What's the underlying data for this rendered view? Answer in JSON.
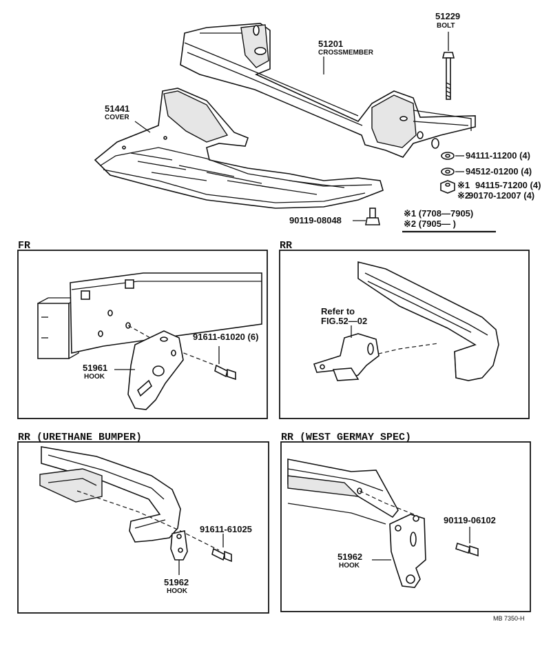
{
  "top": {
    "crossmember": {
      "part_no": "51201",
      "name": "CROSSMEMBER"
    },
    "bolt": {
      "part_no": "51229",
      "name": "BOLT"
    },
    "cover": {
      "part_no": "51441",
      "name": "COVER"
    },
    "washer1": "94111-11200 (4)",
    "washer2": "94512-01200 (4)",
    "nut1": "94115-71200 (4)",
    "nut2": "90170-12007 (4)",
    "nut1_mark": "※1",
    "nut2_mark": "※2",
    "screw": "90119-08048",
    "note1": "※1 (7708—7905)",
    "note2": "※2 (7905—       )"
  },
  "panels": {
    "fr": {
      "title": "FR",
      "bolt": "91611-61020 (6)",
      "hook": {
        "part_no": "51961",
        "name": "HOOK"
      }
    },
    "rr": {
      "title": "RR",
      "refer_line1": "Refer to",
      "refer_line2": "FIG.52—02"
    },
    "rr_urethane": {
      "title": "RR (URETHANE BUMPER)",
      "bolt": "91611-61025",
      "hook": {
        "part_no": "51962",
        "name": "HOOK"
      }
    },
    "rr_west": {
      "title": "RR (WEST GERMAY SPEC)",
      "bolt": "90119-06102",
      "hook": {
        "part_no": "51962",
        "name": "HOOK"
      }
    }
  },
  "footer": {
    "code": "MB 7350-H"
  }
}
